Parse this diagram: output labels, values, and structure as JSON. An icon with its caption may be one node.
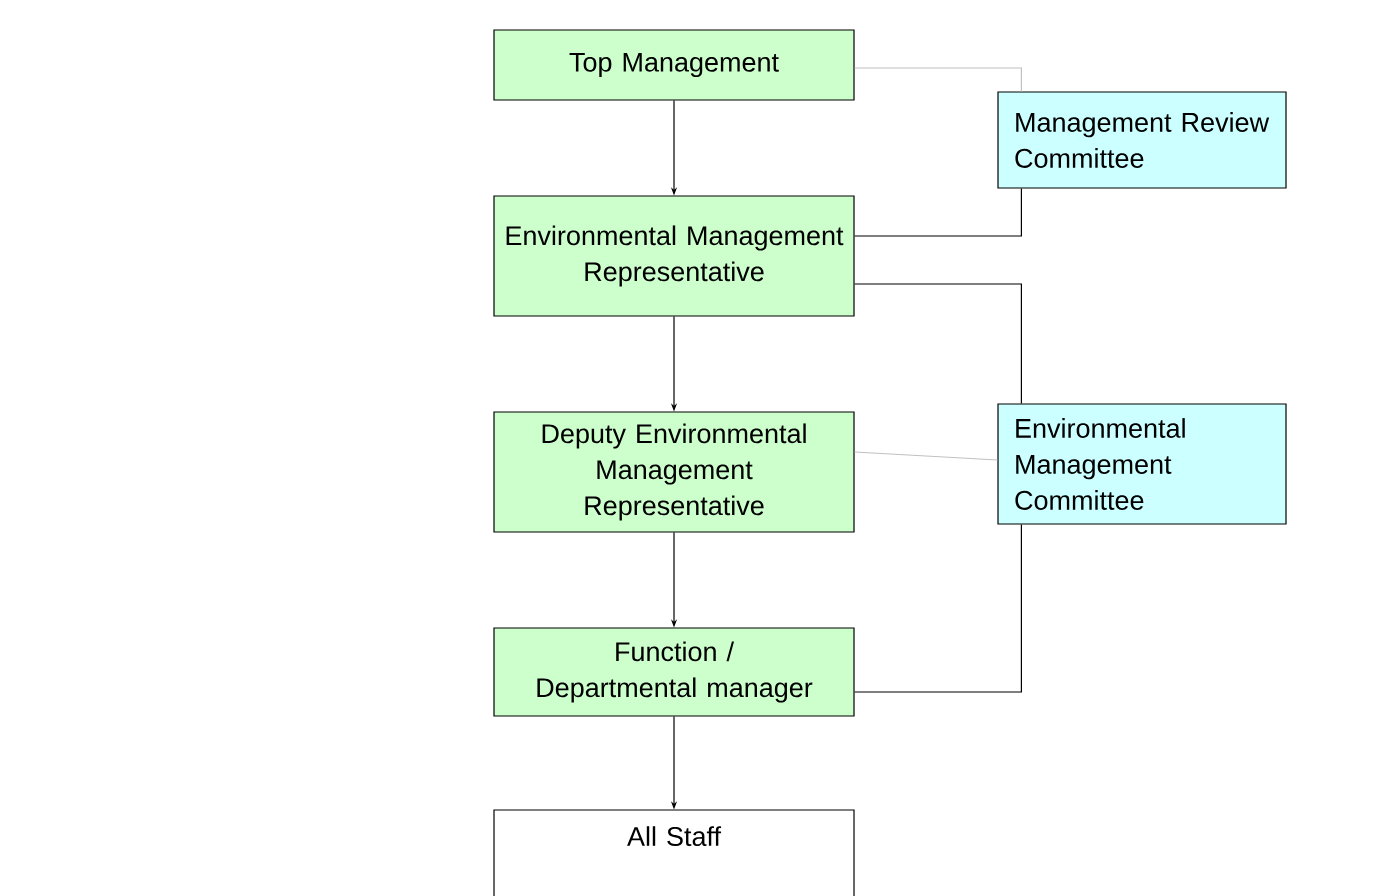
{
  "diagram": {
    "nodes": [
      {
        "text": [
          "Top Management"
        ]
      },
      {
        "text": [
          "Management Review Committee"
        ]
      },
      {
        "text": [
          "Environmental Management Representative"
        ]
      },
      {
        "text": [
          "Environmental Management Committee"
        ]
      },
      {
        "text": [
          "Deputy Environmental Management Representative"
        ]
      },
      {
        "text": [
          "Function / Departmental manager"
        ]
      },
      {
        "text": [
          "All Staff"
        ]
      }
    ],
    "edges": [
      {
        "from": 0,
        "to": 2,
        "arrow": "to"
      },
      {
        "from": 2,
        "to": 4,
        "arrow": "to"
      },
      {
        "from": 4,
        "to": 5,
        "arrow": "to"
      },
      {
        "from": 5,
        "to": 6,
        "arrow": "to"
      },
      {
        "from": 0,
        "to": 1,
        "arrow": "none",
        "color": "#c0c0c0"
      },
      {
        "from": 2,
        "to": 1,
        "arrow": "none"
      },
      {
        "from": 2,
        "to": 3,
        "arrow": "none"
      },
      {
        "from": 4,
        "to": 3,
        "arrow": "none",
        "color": "#c0c0c0"
      },
      {
        "from": 5,
        "to": 3,
        "arrow": "none"
      }
    ]
  }
}
